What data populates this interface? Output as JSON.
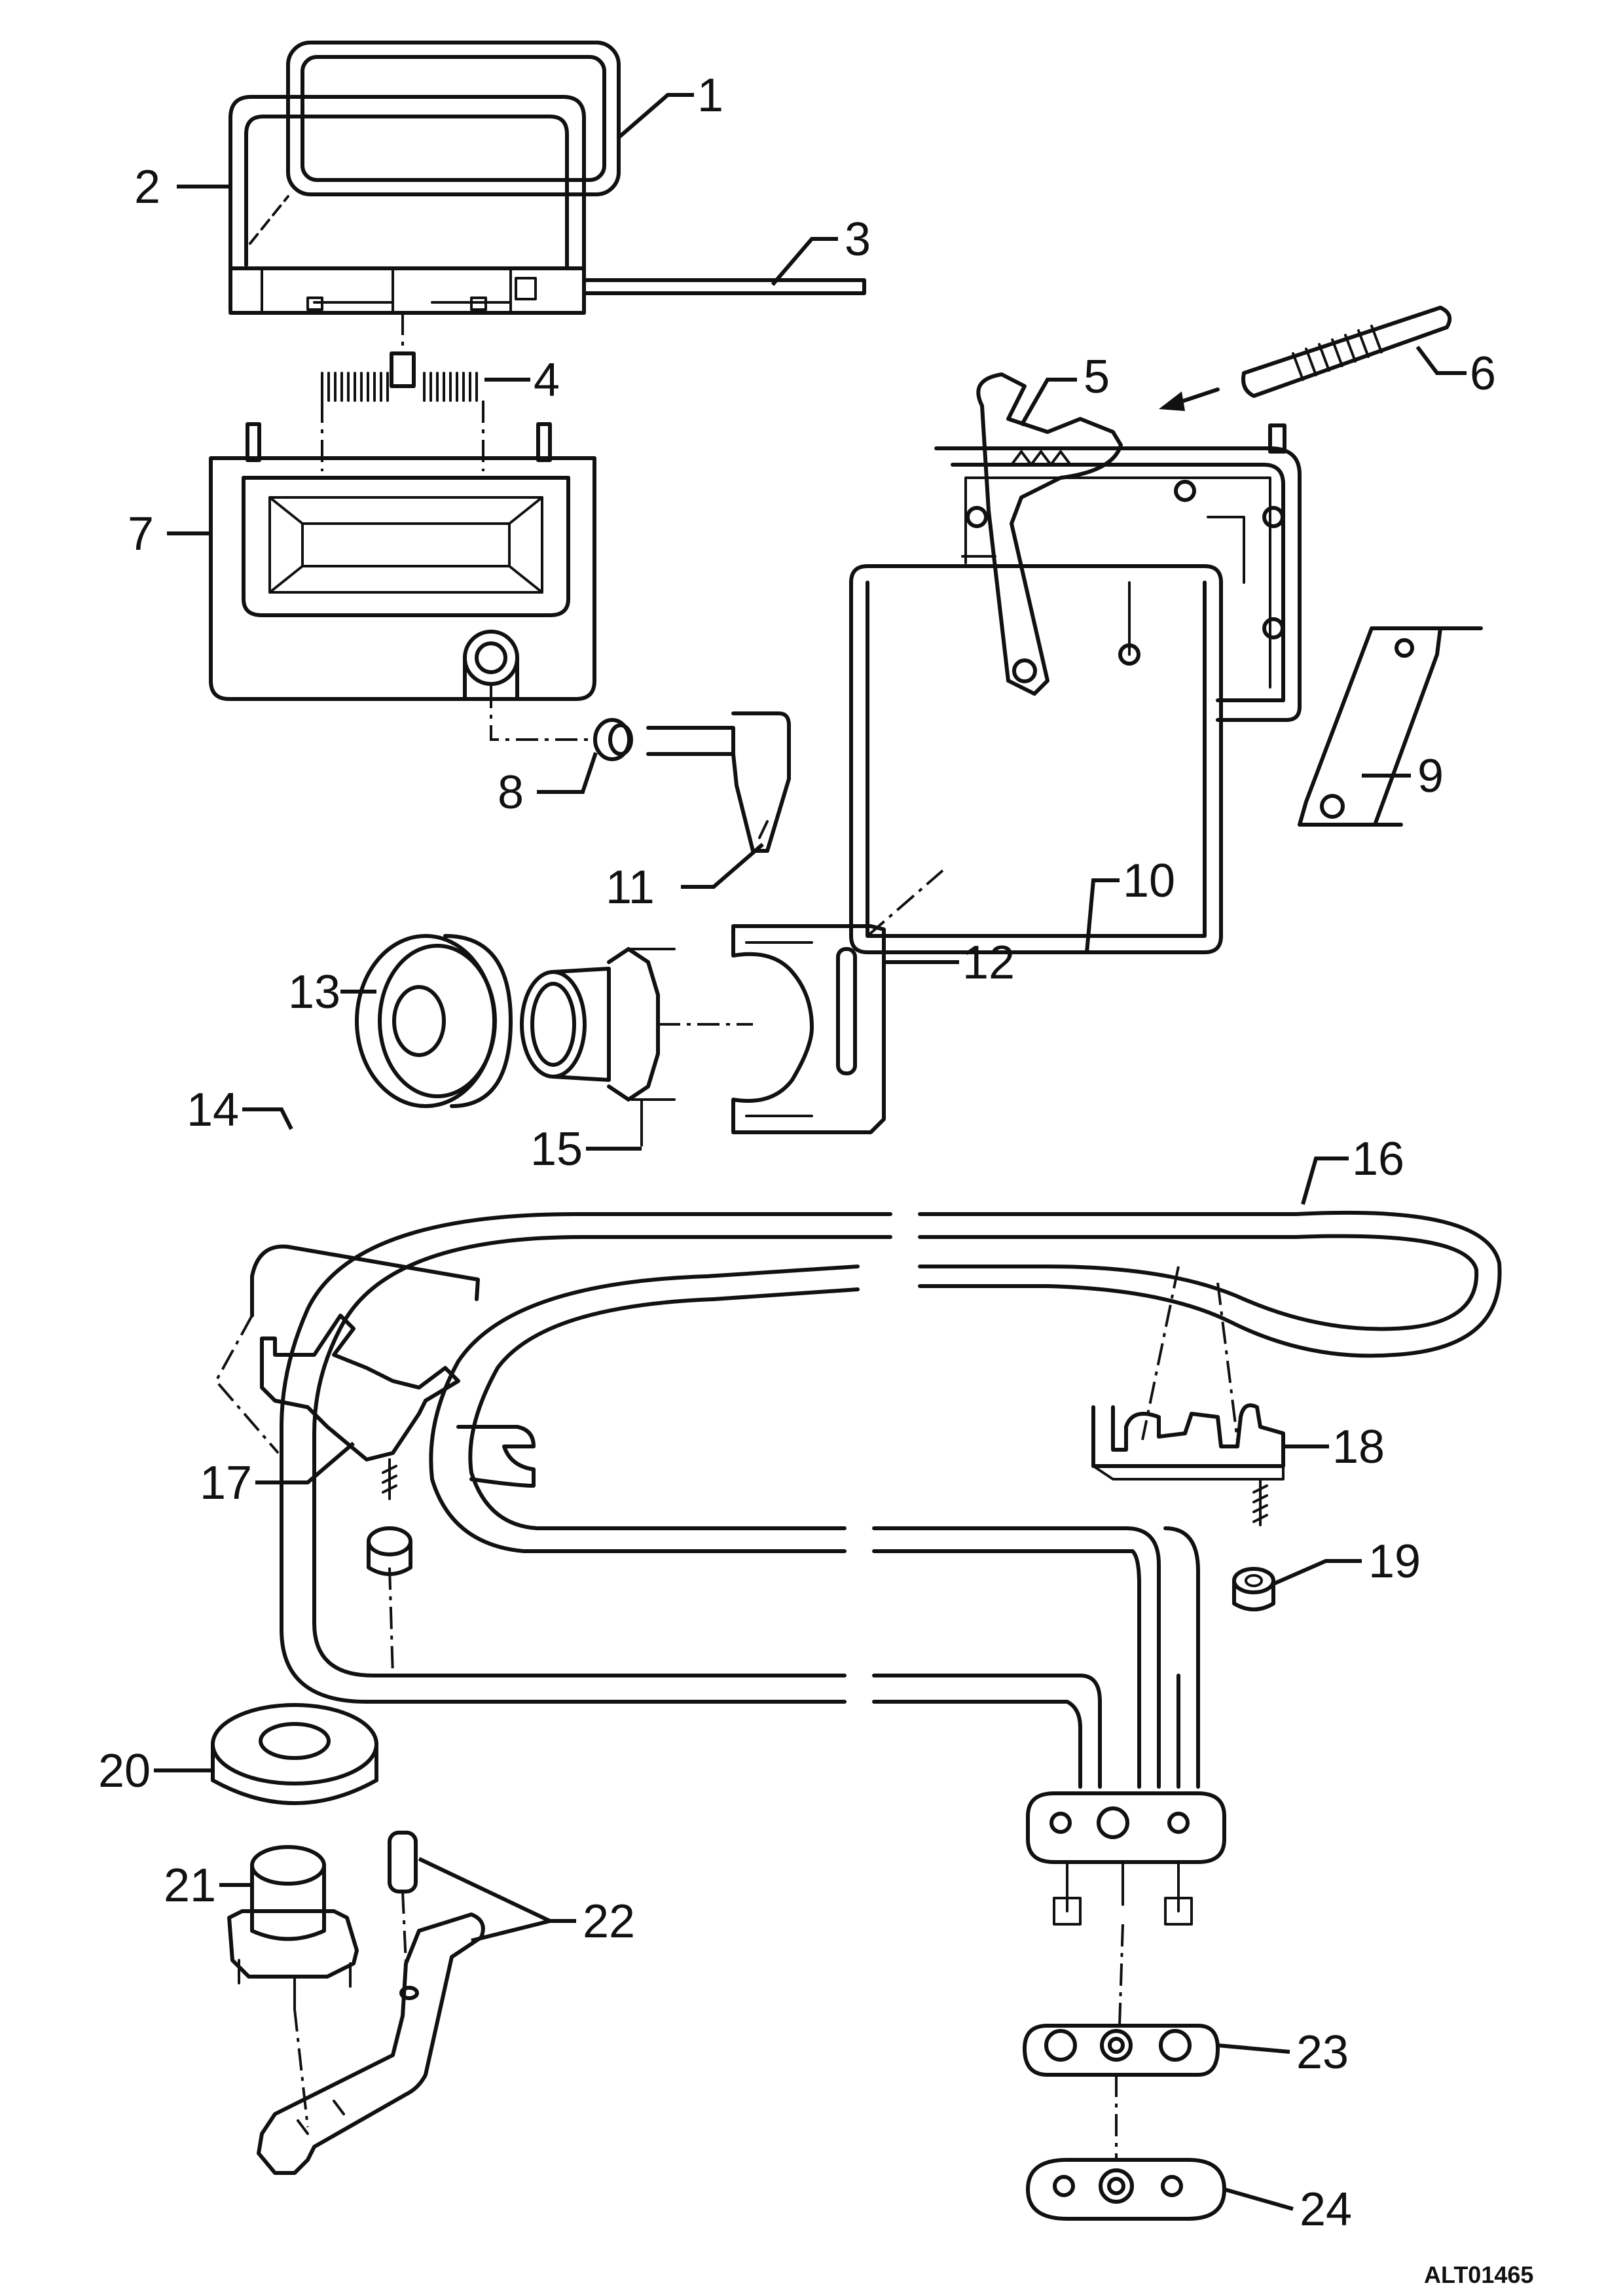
{
  "reference_code": "ALT01465",
  "callouts": [
    "1",
    "2",
    "3",
    "4",
    "5",
    "6",
    "7",
    "8",
    "9",
    "10",
    "11",
    "12",
    "13",
    "14",
    "15",
    "16",
    "17",
    "18",
    "19",
    "20",
    "21",
    "22",
    "23",
    "24"
  ]
}
